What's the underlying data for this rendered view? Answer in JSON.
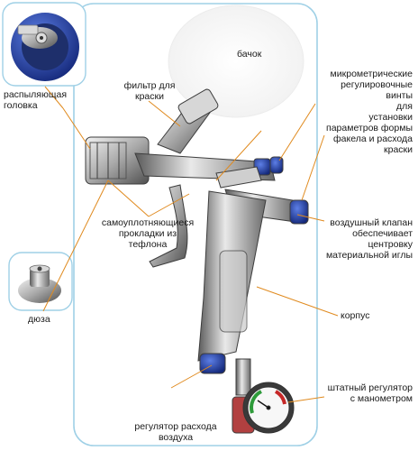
{
  "labels": {
    "tank": "бачок",
    "spray_head": [
      "распыляющая",
      "головка"
    ],
    "paint_filter": [
      "фильтр для",
      "краски"
    ],
    "micrometer_screws": [
      "микрометрические",
      "регулировочные",
      "винты",
      "для",
      "установки",
      "параметров формы",
      "факела и расхода",
      "краски"
    ],
    "seals": [
      "самоуплотняющиеся",
      "прокладки из",
      "тефлона"
    ],
    "air_valve": [
      "воздушный  клапан",
      "обеспечивает",
      "центровку",
      "материальной иглы"
    ],
    "nozzle": "дюза",
    "body": "корпус",
    "air_regulator": [
      "регулятор расхода",
      "воздуха"
    ],
    "std_regulator": [
      "штатный регулятор",
      "с манометром"
    ]
  },
  "colors": {
    "frame": "#9fd0e6",
    "leader": "#e08a1e",
    "metal_light": "#e6e6e6",
    "metal_dark": "#6d6d6d",
    "knob_blue": "#1f3aa8",
    "gauge_green": "#2e9b3a",
    "gauge_red": "#c62828"
  }
}
